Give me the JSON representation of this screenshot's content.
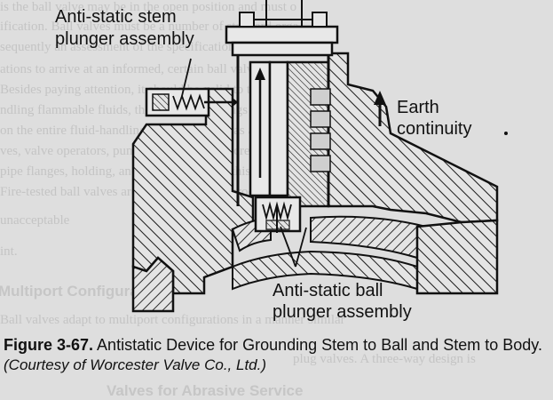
{
  "labels": {
    "stem_plunger_line1": "Anti-static stem",
    "stem_plunger_line2": "plunger assembly",
    "earth_line1": "Earth",
    "earth_line2": "continuity",
    "ball_plunger_line1": "Anti-static ball",
    "ball_plunger_line2": "plunger assembly"
  },
  "caption": {
    "figure_number": "Figure 3-67.",
    "figure_text": "Antistatic Device for Grounding Stem to Ball and Stem to Body.",
    "credit": "(Courtesy of Worcester Valve Co., Ltd.)"
  },
  "background_text": [
    "is the ball valve may be in the open position and must o",
    "ification. Ball valves must be a number of standard orga",
    "sequently an assessment of the specification;",
    "ations to arrive at an informed, certain ball valves in system",
    "Besides paying attention, it should be valid to the effect o",
    "ndling flammable fluids, the rating, the ratings other than ba",
    "on the entire fluid-handling system, as well as assembly, and not last",
    "ves, valve operators, pumps, hoses, gasket screws, and not las",
    "pipe flanges, holding, and so on. However, this tes",
    "Fire-tested ball valves are now common to product liability stan",
    "unacceptable",
    "int."
  ],
  "background_heading": "Multiport Configuration",
  "background_text_lower": [
    "Ball valves adapt to multiport configurations in a manner similar",
    "plug valves. A three-way design is"
  ],
  "background_heading_lower": "Valves for Abrasive Service"
}
